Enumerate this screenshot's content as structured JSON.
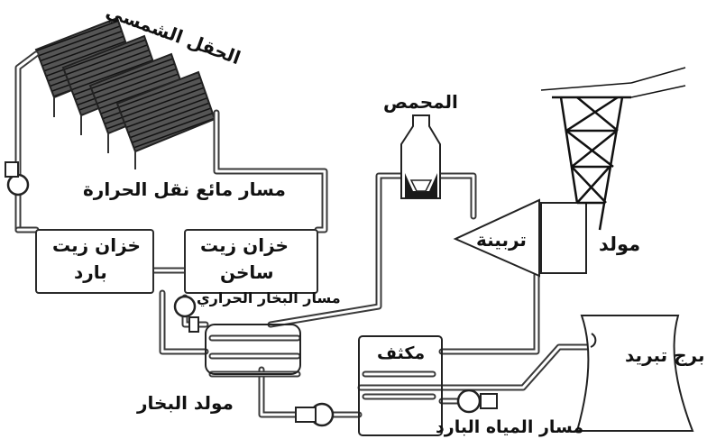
{
  "labels": {
    "solar_field": "الحقل الشمسي",
    "htf_path": "مسار مائع نقل الحرارة",
    "cold_oil_tank_line1": "خزان زيت",
    "cold_oil_tank_line2": "بارد",
    "hot_oil_tank_line1": "خزان زيت",
    "hot_oil_tank_line2": "ساخن",
    "hot_steam_path": "مسار البخار الحراري",
    "steam_generator": "مولد البخار",
    "superheater": "المحمص",
    "turbine": "تربينة",
    "generator": "مولد",
    "condenser": "مكثف",
    "cooling_tower": "برج تبريد",
    "cold_water_path": "مسار المياه البارد"
  }
}
